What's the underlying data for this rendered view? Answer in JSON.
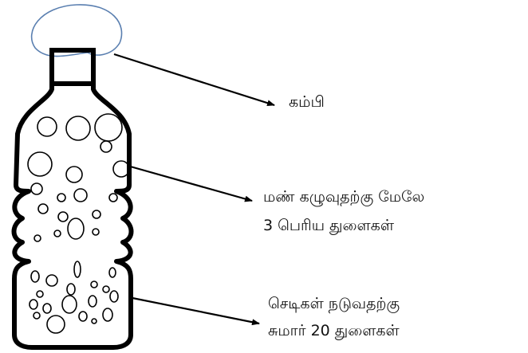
{
  "labels": {
    "wire": "கம்பி",
    "top_holes_line1": "மண் கழுவுதற்கு மேலே",
    "top_holes_line2": "3 பெரிய துளைகள்",
    "bottom_holes_line1": "செடிகள் நடுவதற்கு",
    "bottom_holes_line2": "சுமார் 20 துளைகள்"
  },
  "colors": {
    "outline": "#000000",
    "wire": "#5a7fb0",
    "text": "#111111"
  }
}
